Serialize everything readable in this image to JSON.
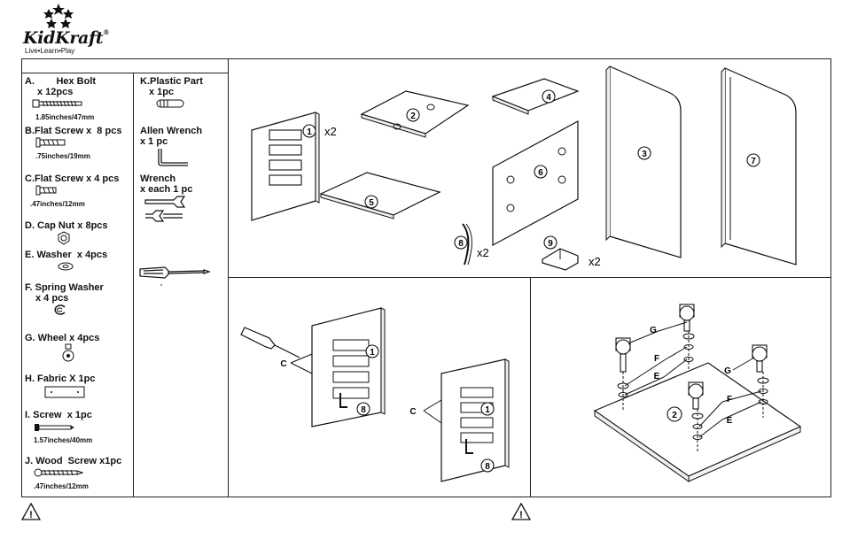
{
  "brand": {
    "name": "KidKraft",
    "tagline": "Live•Learn•Play",
    "registered": "®"
  },
  "parts": [
    {
      "line1": "A.        Hex Bolt",
      "line2": "x 12pcs",
      "size": "1.85inches/47mm"
    },
    {
      "line1": "B.Flat Screw x  8 pcs",
      "line2": "",
      "size": ".75inches/19mm"
    },
    {
      "line1": "C.Flat Screw x 4 pcs",
      "line2": "",
      "size": ".47inches/12mm"
    },
    {
      "line1": "D. Cap Nut x 8pcs",
      "line2": "",
      "size": ""
    },
    {
      "line1": "E. Washer  x 4pcs",
      "line2": "",
      "size": ""
    },
    {
      "line1": "F. Spring Washer",
      "line2": "x 4 pcs",
      "size": ""
    },
    {
      "line1": "G. Wheel x 4pcs",
      "line2": "",
      "size": ""
    },
    {
      "line1": "H. Fabric X 1pc",
      "line2": "",
      "size": ""
    },
    {
      "line1": "I. Screw  x 1pc",
      "line2": "",
      "size": "1.57inches/40mm"
    },
    {
      "line1": "J. Wood  Screw x1pc",
      "line2": "",
      "size": ".47inches/12mm"
    },
    {
      "line1": "K.Plastic Part",
      "line2": "x 1pc",
      "size": ""
    },
    {
      "line1": "Allen Wrench",
      "line2": "x 1 pc",
      "size": ""
    },
    {
      "line1": "Wrench",
      "line2": "x each 1 pc",
      "size": ""
    }
  ],
  "panels": {
    "overview": {
      "n1": "1",
      "n2": "2",
      "n3": "3",
      "n4": "4",
      "n5": "5",
      "n6": "6",
      "n7": "7",
      "n8": "8",
      "n9": "9",
      "q1": "x2",
      "q8": "x2",
      "q9": "x2"
    },
    "step1": {
      "c1": "C",
      "c2": "C",
      "n1a": "1",
      "n8a": "8",
      "n1b": "1",
      "n8b": "8"
    },
    "step2": {
      "g1": "G",
      "g2": "G",
      "f1": "F",
      "f2": "F",
      "e1": "E",
      "e2": "E",
      "n2": "2"
    }
  },
  "warnings": [
    {
      "icon": "warning-triangle",
      "text": "!"
    },
    {
      "icon": "warning-triangle",
      "text": "!"
    }
  ]
}
